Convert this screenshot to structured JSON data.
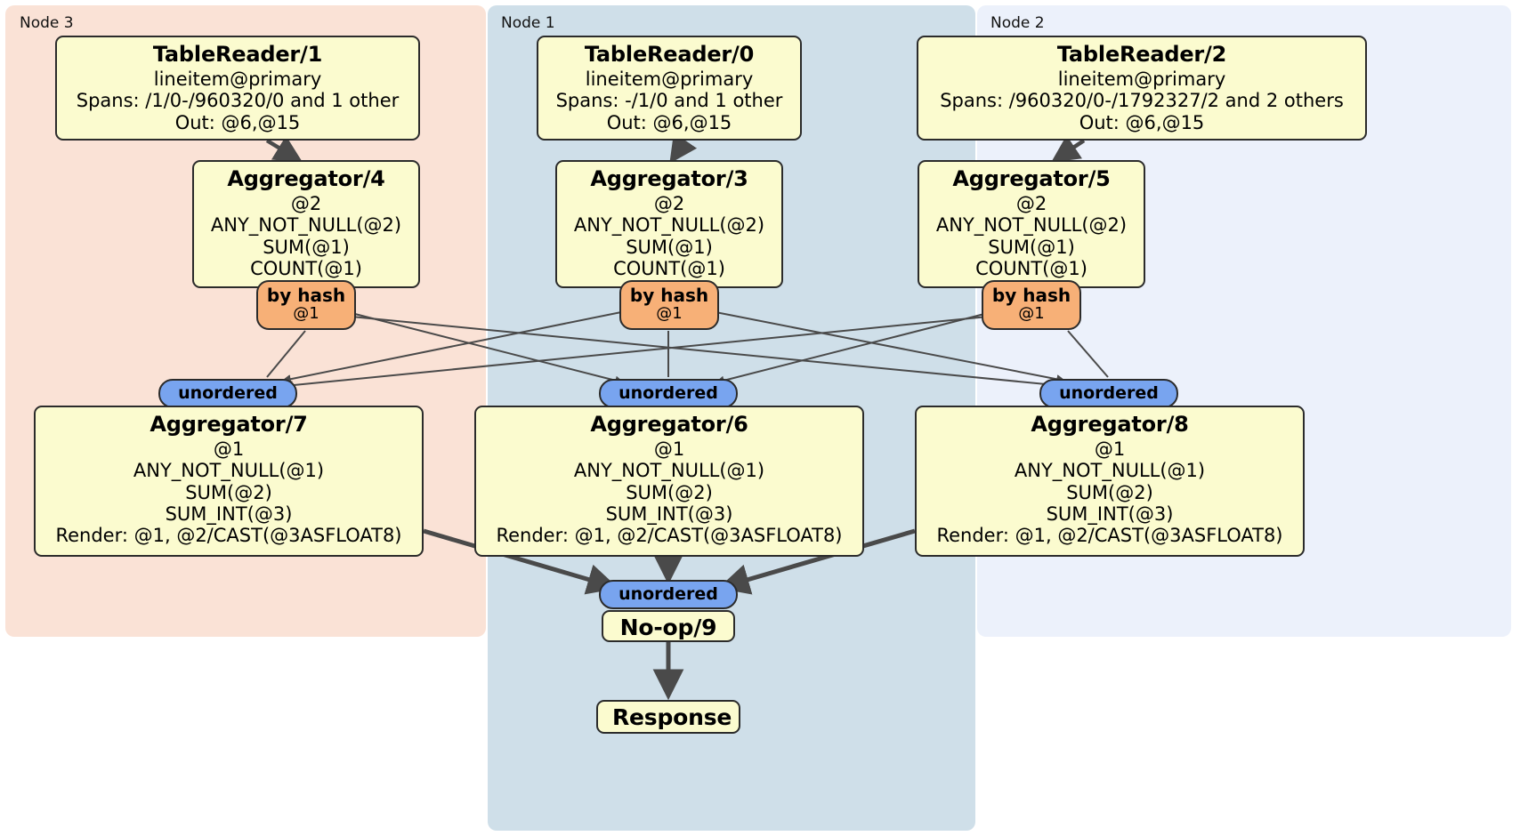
{
  "diagram": {
    "type": "distributed-query-plan",
    "nodes": [
      {
        "id": "node3",
        "label": "Node 3",
        "color": "#fae2d6"
      },
      {
        "id": "node1",
        "label": "Node 1",
        "color": "#cfdfe9"
      },
      {
        "id": "node2",
        "label": "Node 2",
        "color": "#ecf1fb"
      }
    ],
    "processors": {
      "table_reader_1": {
        "title": "TableReader/1",
        "lines": [
          "lineitem@primary",
          "Spans: /1/0-/960320/0 and 1 other",
          "Out: @6,@15"
        ]
      },
      "table_reader_0": {
        "title": "TableReader/0",
        "lines": [
          "lineitem@primary",
          "Spans: -/1/0 and 1 other",
          "Out: @6,@15"
        ]
      },
      "table_reader_2": {
        "title": "TableReader/2",
        "lines": [
          "lineitem@primary",
          "Spans: /960320/0-/1792327/2 and 2 others",
          "Out: @6,@15"
        ]
      },
      "aggregator_4": {
        "title": "Aggregator/4",
        "lines": [
          "@2",
          "ANY_NOT_NULL(@2)",
          "SUM(@1)",
          "COUNT(@1)"
        ]
      },
      "aggregator_3": {
        "title": "Aggregator/3",
        "lines": [
          "@2",
          "ANY_NOT_NULL(@2)",
          "SUM(@1)",
          "COUNT(@1)"
        ]
      },
      "aggregator_5": {
        "title": "Aggregator/5",
        "lines": [
          "@2",
          "ANY_NOT_NULL(@2)",
          "SUM(@1)",
          "COUNT(@1)"
        ]
      },
      "aggregator_7": {
        "title": "Aggregator/7",
        "lines": [
          "@1",
          "ANY_NOT_NULL(@1)",
          "SUM(@2)",
          "SUM_INT(@3)",
          "Render: @1, @2/CAST(@3ASFLOAT8)"
        ]
      },
      "aggregator_6": {
        "title": "Aggregator/6",
        "lines": [
          "@1",
          "ANY_NOT_NULL(@1)",
          "SUM(@2)",
          "SUM_INT(@3)",
          "Render: @1, @2/CAST(@3ASFLOAT8)"
        ]
      },
      "aggregator_8": {
        "title": "Aggregator/8",
        "lines": [
          "@1",
          "ANY_NOT_NULL(@1)",
          "SUM(@2)",
          "SUM_INT(@3)",
          "Render: @1, @2/CAST(@3ASFLOAT8)"
        ]
      },
      "noop_9": {
        "title": "No-op/9"
      },
      "response": {
        "title": "Response"
      }
    },
    "routers": {
      "hash_left": {
        "type": "by hash",
        "column": "@1"
      },
      "hash_mid": {
        "type": "by hash",
        "column": "@1"
      },
      "hash_right": {
        "type": "by hash",
        "column": "@1"
      },
      "sync_left": {
        "type": "unordered"
      },
      "sync_mid": {
        "type": "unordered"
      },
      "sync_right": {
        "type": "unordered"
      },
      "sync_final": {
        "type": "unordered"
      }
    },
    "colors": {
      "box_fill": "#fbfbcf",
      "box_stroke": "#2b2b2b",
      "hash_fill": "#f7b077",
      "sync_fill": "#78a4ef",
      "node3_fill": "#fae2d6",
      "node1_fill": "#cfdfe9",
      "node2_fill": "#ecf1fb",
      "edge": "#4a4a4a"
    }
  }
}
